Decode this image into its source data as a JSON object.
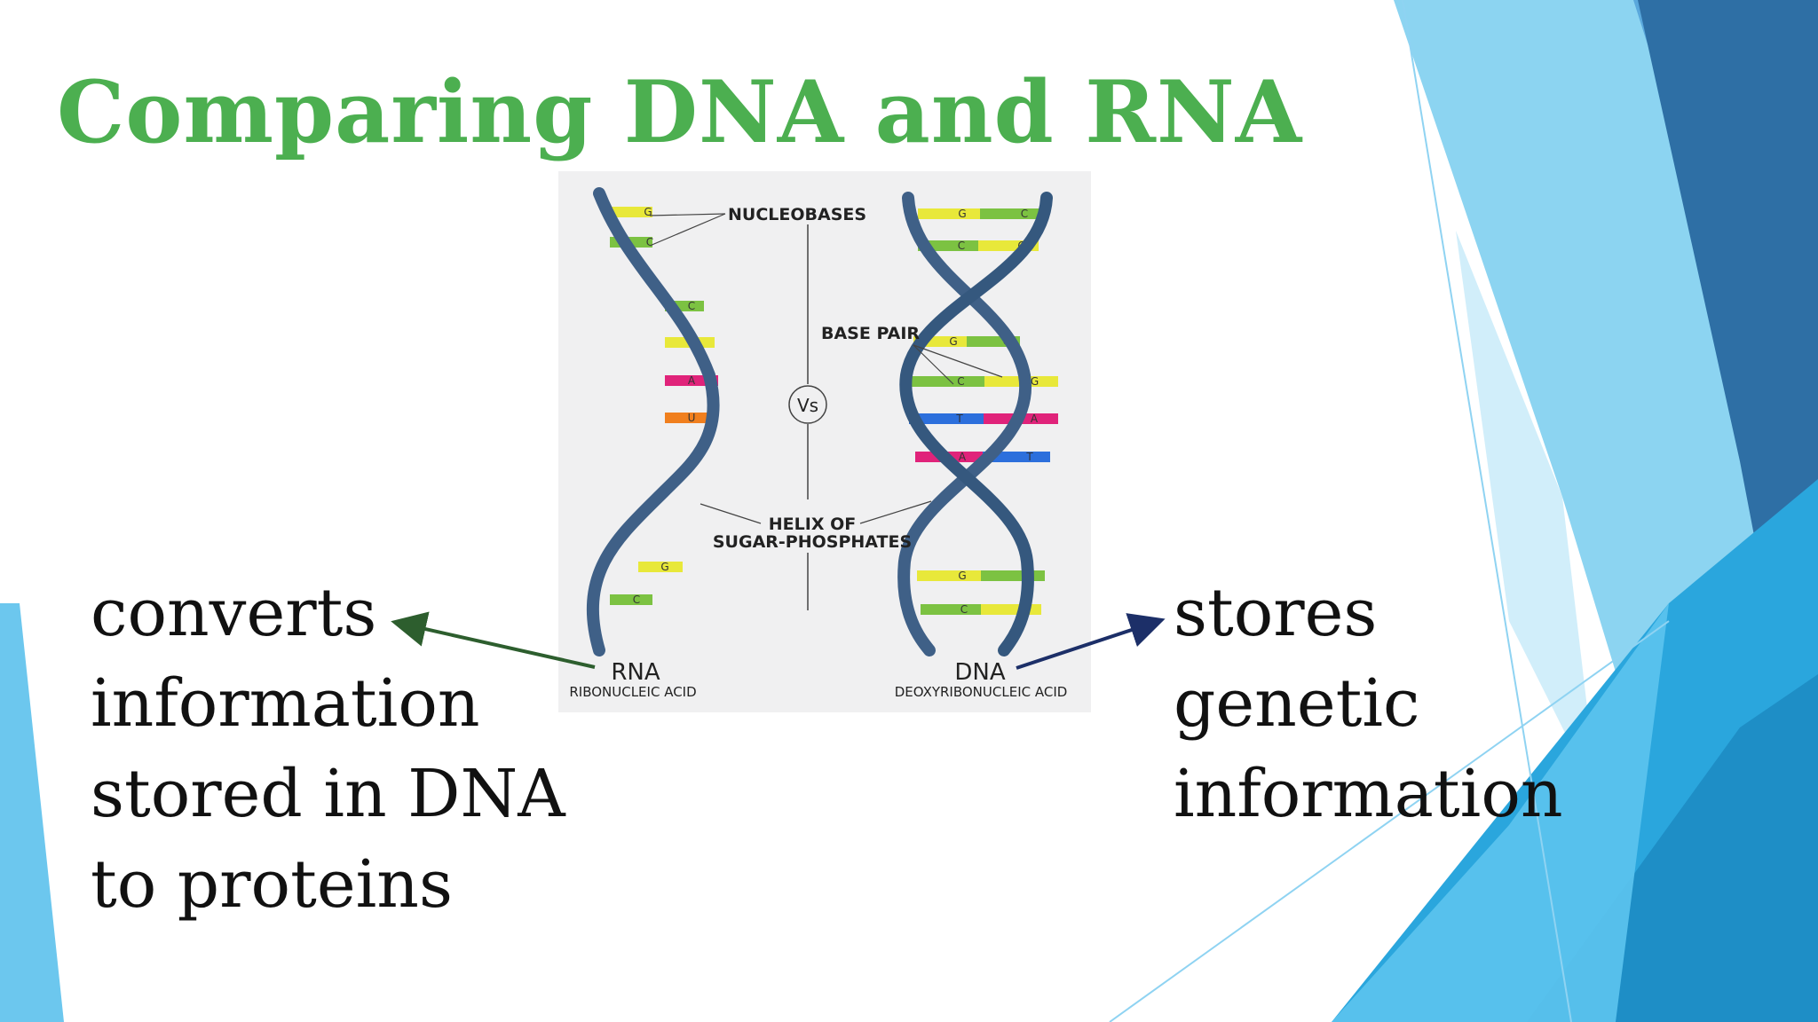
{
  "slide": {
    "title": "Comparing DNA and RNA",
    "rna_description": [
      "converts",
      "information",
      "stored in DNA",
      "to proteins"
    ],
    "dna_description": [
      "stores",
      "genetic",
      "information"
    ]
  },
  "diagram": {
    "nucleobases_label": "NUCLEOBASES",
    "base_pair_label": "BASE PAIR",
    "vs_label": "Vs",
    "helix_label_line1": "HELIX OF",
    "helix_label_line2": "SUGAR-PHOSPHATES",
    "rna_label": "RNA",
    "rna_sublabel": "RIBONUCLEIC ACID",
    "dna_label": "DNA",
    "dna_sublabel": "DEOXYRIBONUCLEIC ACID",
    "rna_bases": [
      "G",
      "C",
      "C",
      "G",
      "A",
      "U",
      "G",
      "C"
    ],
    "dna_pairs": [
      [
        "G",
        "C"
      ],
      [
        "C",
        "G"
      ],
      [
        "G",
        "C"
      ],
      [
        "C",
        "G"
      ],
      [
        "T",
        "A"
      ],
      [
        "A",
        "T"
      ],
      [
        "G",
        "C"
      ],
      [
        "C",
        "G"
      ]
    ]
  },
  "colors": {
    "title": "#4caf50",
    "G": "#e8e83a",
    "C": "#7cc242",
    "A": "#e0237a",
    "U": "#f07f1e",
    "T": "#2c6fdc",
    "strand": "#3f6087",
    "rna_arrow": "#2d5e2e",
    "dna_arrow": "#1c2f68"
  }
}
